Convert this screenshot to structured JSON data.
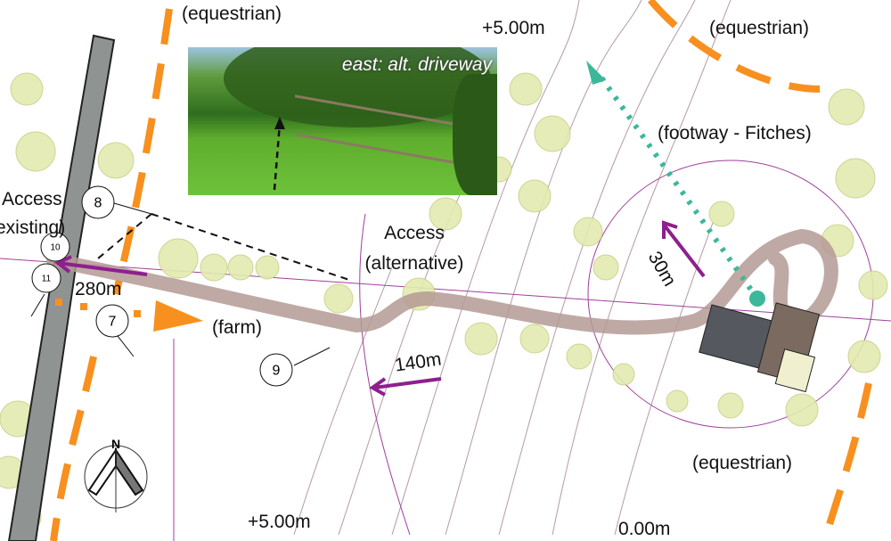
{
  "labels": {
    "equestrian_top_left": "(equestrian)",
    "equestrian_top_right": "(equestrian)",
    "equestrian_bottom": "(equestrian)",
    "contour_top": "+5.00m",
    "contour_bottom_left": "+5.00m",
    "contour_bottom_right": "0.00m",
    "access_existing": "Access\n(existing)",
    "access_existing_line1": "Access",
    "access_existing_line2": "(existing)",
    "access_alt_line1": "Access",
    "access_alt_line2": "(alternative)",
    "farm": "(farm)",
    "footway": "(footway - Fitches)",
    "dist_280": "280m",
    "dist_140": "140m",
    "dist_30": "30m"
  },
  "photo": {
    "caption": "east: alt. driveway"
  },
  "markers": [
    "7",
    "8",
    "9",
    "10",
    "11"
  ],
  "north_arrow": {
    "label": "N"
  },
  "colors": {
    "equestrian": "#f7901e",
    "footway": "#3bb89a",
    "distance": "#8e1f8e",
    "driveway": "#b49a94",
    "contour": "#a9859a",
    "tree": "#dfe8a8"
  }
}
